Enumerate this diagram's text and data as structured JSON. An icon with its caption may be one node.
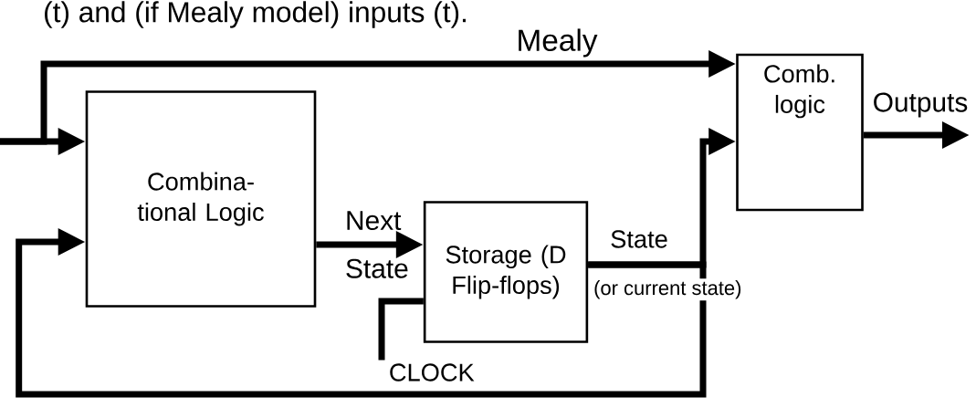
{
  "diagram": {
    "nodes": [
      {
        "text": [
          "Combina- tional Logic"
        ]
      },
      {
        "text": [
          "Storage (D Flip-flops)"
        ]
      },
      {
        "text": [
          "Comb. logic"
        ]
      },
      {
        "text": [
          "CLOCK"
        ]
      }
    ],
    "edges": [
      {
        "from": null,
        "to": 0,
        "arrow": "to"
      },
      {
        "from": null,
        "to": 2,
        "arrow": "to",
        "label": "Mealy"
      },
      {
        "from": 0,
        "to": 1,
        "arrow": "to",
        "label": "Next State"
      },
      {
        "from": 1,
        "to": 2,
        "arrow": "to",
        "label": "State"
      },
      {
        "from": 1,
        "to": 0,
        "arrow": "to"
      },
      {
        "from": 3,
        "to": 1,
        "arrow": "none"
      },
      {
        "from": 2,
        "to": null,
        "arrow": "to",
        "label": "Outputs"
      }
    ],
    "labels": [
      "(t) and (if Mealy model) inputs (t).",
      "(or current state)"
    ]
  }
}
